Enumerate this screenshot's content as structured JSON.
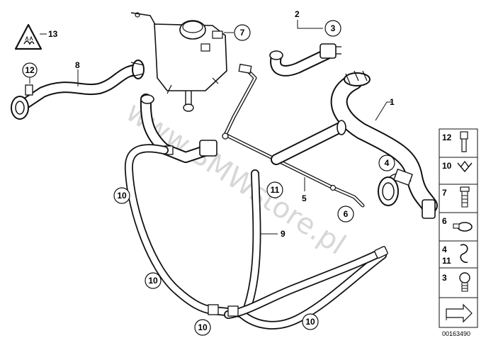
{
  "watermark": "www.BMWstore.pl",
  "diagram_code": "00163490",
  "callouts": {
    "c1": "1",
    "c2": "2",
    "c3": "3",
    "c4": "4",
    "c5": "5",
    "c6": "6",
    "c7": "7",
    "c8": "8",
    "c9": "9",
    "c10a": "10",
    "c10b": "10",
    "c10c": "10",
    "c10d": "10",
    "c11": "11",
    "c12": "12",
    "c13": "13"
  },
  "legend": {
    "l12": "12",
    "l10": "10",
    "l7": "7",
    "l6": "6",
    "l4": "4",
    "l11": "11",
    "l3": "3"
  },
  "icons": {
    "warning": "hot-coolant-warning-icon",
    "next_page": "next-page-arrow-icon"
  },
  "colors": {
    "line": "#111111",
    "watermark": "#8c8c8c"
  }
}
